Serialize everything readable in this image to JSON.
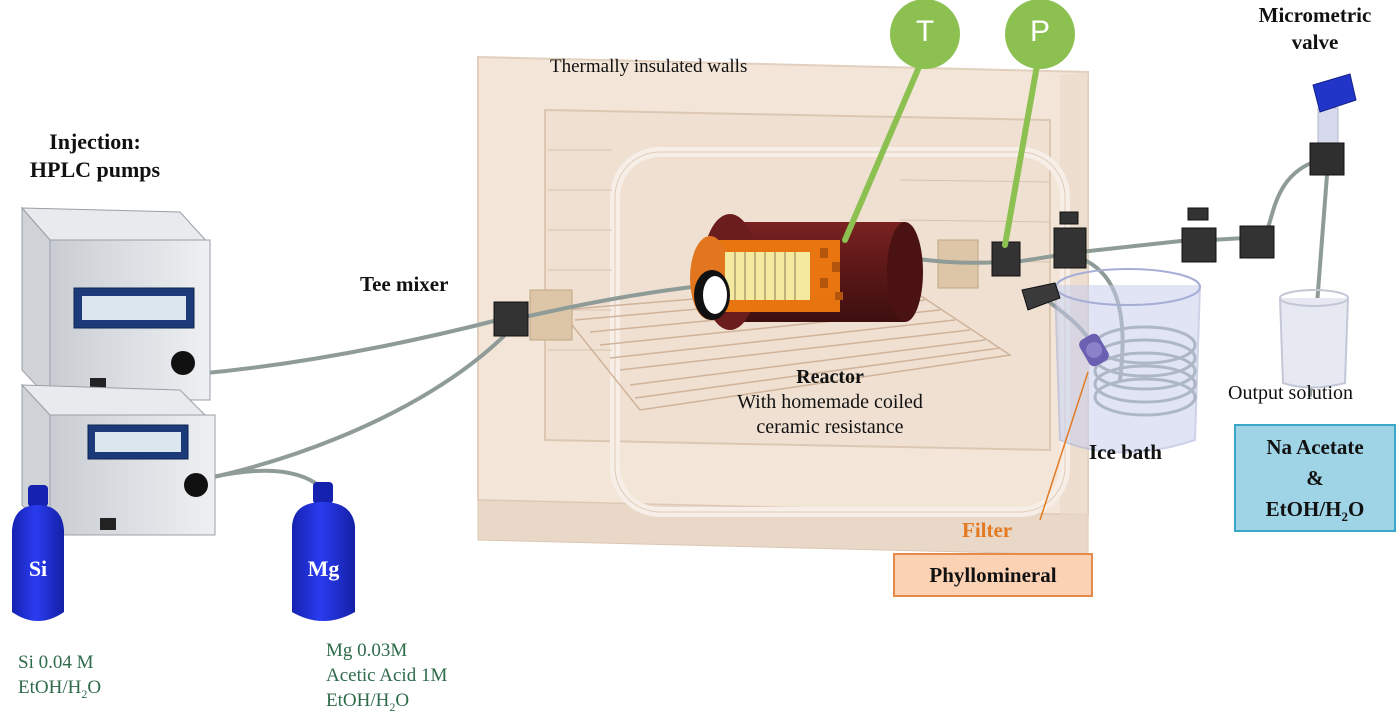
{
  "labels": {
    "injection_line1": "Injection:",
    "injection_line2": "HPLC pumps",
    "tee_mixer": "Tee mixer",
    "thermal_walls": "Thermally insulated walls",
    "reactor_title": "Reactor",
    "reactor_desc_line1": "With homemade coiled",
    "reactor_desc_line2": "ceramic resistance",
    "ice_bath": "Ice bath",
    "filter_title": "Filter",
    "filter_content": "Phyllomineral",
    "micrometric_line1": "Micrometric",
    "micrometric_line2": "valve",
    "output_solution": "Output solution",
    "output_line1": "Na Acetate",
    "output_line2": "&",
    "output_line3_prefix": "EtOH/H",
    "output_line3_sub": "2",
    "output_line3_suffix": "O"
  },
  "sensors": {
    "temperature": "T",
    "pressure": "P"
  },
  "bottles": {
    "si": {
      "name": "Si",
      "caption_line1": "Si 0.04 M",
      "caption_line2_prefix": "EtOH/H",
      "caption_line2_sub": "2",
      "caption_line2_suffix": "O"
    },
    "mg": {
      "name": "Mg",
      "caption_line1": "Mg 0.03M",
      "caption_line2": "Acetic Acid 1M",
      "caption_line3_prefix": "EtOH/H",
      "caption_line3_sub": "2",
      "caption_line3_suffix": "O"
    }
  },
  "colors": {
    "sensor_green": "#8cc152",
    "bottle_blue": "#1f2fd6",
    "filter_orange": "#e37a22",
    "output_box": "#9fd3e6",
    "caption_green": "#2e6b4a"
  }
}
